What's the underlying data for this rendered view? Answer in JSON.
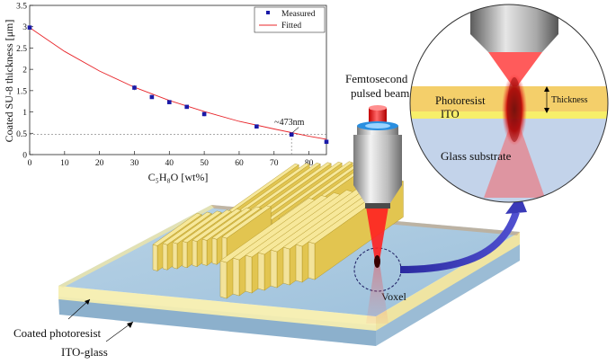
{
  "chart_data": {
    "type": "scatter",
    "xlabel": "C₅H₈O [wt%]",
    "ylabel": "Coated SU-8 thickness [μm]",
    "xlim": [
      0,
      85
    ],
    "ylim": [
      0,
      3.5
    ],
    "xticks": [
      "0",
      "10",
      "20",
      "30",
      "40",
      "50",
      "60",
      "70",
      "80"
    ],
    "yticks": [
      "0",
      "0.5",
      "1",
      "1.5",
      "2",
      "2.5",
      "3",
      "3.5"
    ],
    "legend_position": "top-right",
    "series": [
      {
        "name": "Measured",
        "x": [
          0,
          30,
          35,
          40,
          45,
          50,
          65,
          75,
          85
        ],
        "y": [
          2.98,
          1.57,
          1.35,
          1.23,
          1.12,
          0.95,
          0.66,
          0.47,
          0.3
        ],
        "error": [
          0.1,
          0.06,
          0.03,
          0.03,
          0.03,
          0.05,
          0.02,
          0.02,
          0.01
        ]
      },
      {
        "name": "Fitted",
        "type": "line",
        "x": [
          0,
          10,
          20,
          30,
          40,
          50,
          60,
          70,
          80,
          85
        ],
        "y": [
          2.98,
          2.42,
          1.96,
          1.58,
          1.27,
          1.01,
          0.78,
          0.6,
          0.43,
          0.36
        ]
      }
    ],
    "annotation": "~473nm",
    "guide_y": 0.473,
    "guide_x": 75,
    "color_measured": "#1a1aa8",
    "color_fitted": "#e8252a"
  },
  "diagram": {
    "beam_label_1": "Femtosecond",
    "beam_label_2": "pulsed beam",
    "voxel_label": "Voxel",
    "coated_label": "Coated photoresist",
    "ito_glass_label": "ITO-glass",
    "inset": {
      "photoresist": "Photoresist",
      "ito": "ITO",
      "thickness": "Thickness",
      "glass": "Glass substrate"
    }
  }
}
